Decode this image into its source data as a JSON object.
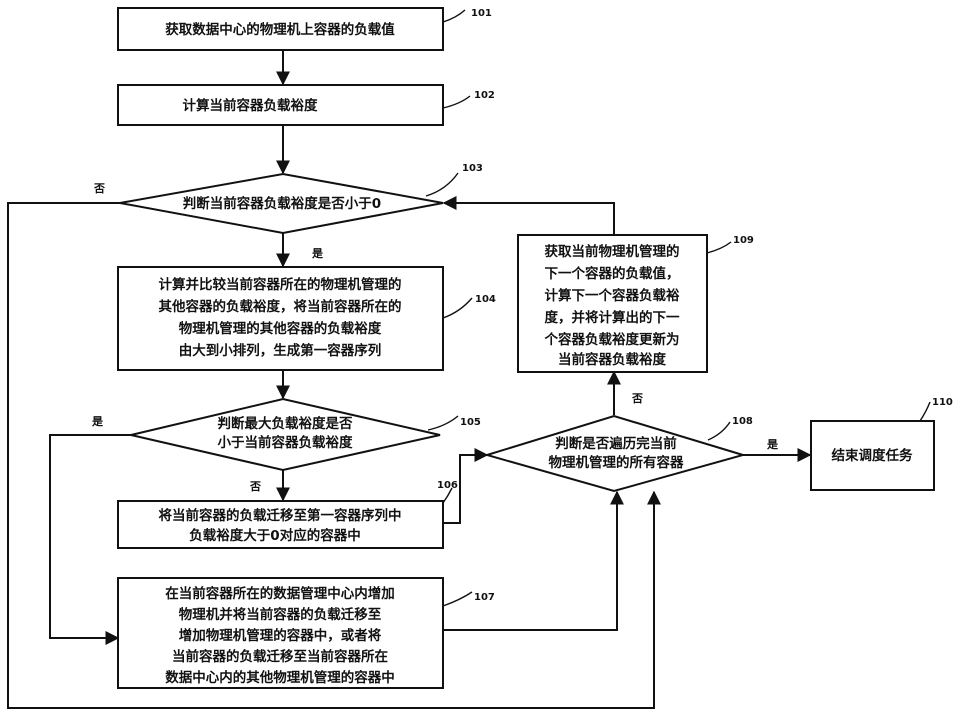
{
  "nodes": {
    "n101": {
      "ref": "101",
      "lines": [
        "获取数据中心的物理机上容器的负载值"
      ]
    },
    "n102": {
      "ref": "102",
      "lines": [
        "计算当前容器负载裕度"
      ]
    },
    "n103": {
      "ref": "103",
      "lines": [
        "判断当前容器负载裕度是否小于0"
      ]
    },
    "n104": {
      "ref": "104",
      "lines": [
        "计算并比较当前容器所在的物理机管理的",
        "其他容器的负载裕度，将当前容器所在的",
        "物理机管理的其他容器的负载裕度",
        "由大到小排列，生成第一容器序列"
      ]
    },
    "n105": {
      "ref": "105",
      "lines": [
        "判断最大负载裕度是否",
        "小于当前容器负载裕度"
      ]
    },
    "n106": {
      "ref": "106",
      "lines": [
        "将当前容器的负载迁移至第一容器序列中",
        "负载裕度大于0对应的容器中"
      ]
    },
    "n107": {
      "ref": "107",
      "lines": [
        "在当前容器所在的数据管理中心内增加",
        "物理机并将当前容器的负载迁移至",
        "增加物理机管理的容器中，或者将",
        "当前容器的负载迁移至当前容器所在",
        "数据中心内的其他物理机管理的容器中"
      ]
    },
    "n108": {
      "ref": "108",
      "lines": [
        "判断是否遍历完当前",
        "物理机管理的所有容器"
      ]
    },
    "n109": {
      "ref": "109",
      "lines": [
        "获取当前物理机管理的",
        "下一个容器的负载值，",
        "计算下一个容器负载裕",
        "度，并将计算出的下一",
        "个容器负载裕度更新为",
        "当前容器负载裕度"
      ]
    },
    "n110": {
      "ref": "110",
      "lines": [
        "结束调度任务"
      ]
    }
  },
  "edge_labels": {
    "no_103": "否",
    "yes_103": "是",
    "yes_105": "是",
    "no_105": "否",
    "no_108": "否",
    "yes_108": "是"
  }
}
